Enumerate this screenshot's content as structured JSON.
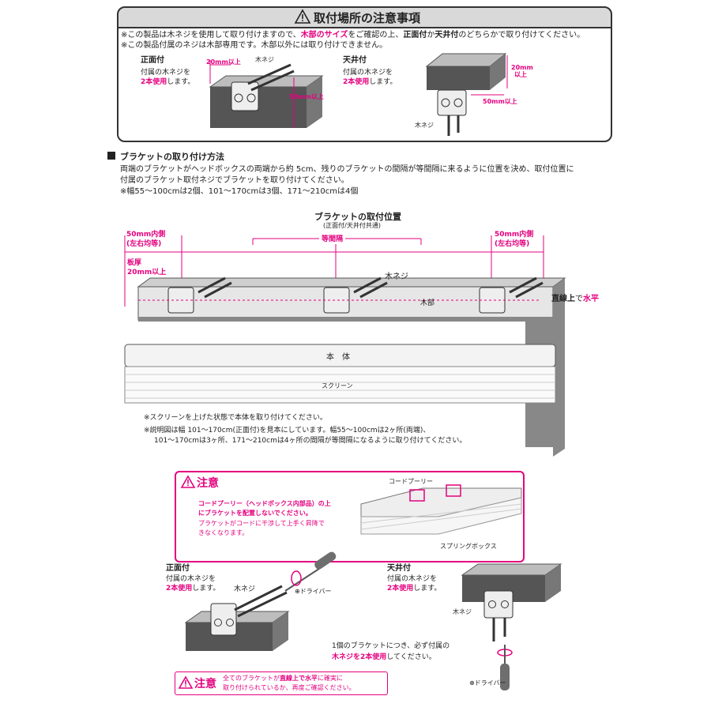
{
  "notice": {
    "title": "取付場所の注意事項",
    "line1_a": "※この製品は木ネジを使用して取り付けますので、",
    "line1_b": "木部のサイズ",
    "line1_c": "をご確認の上、",
    "line1_d": "正面付",
    "line1_e": "か",
    "line1_f": "天井付",
    "line1_g": "のどちらかで取り付けてください。",
    "line2": "※この製品付属のネジは木部専用です。木部以外には取り付けできません。",
    "front": {
      "label": "正面付",
      "desc1": "付属の木ネジを",
      "desc2": "2本使用",
      "desc3": "します。",
      "dim_top": "20mm以上",
      "dim_side": "50mm以上",
      "screw": "木ネジ"
    },
    "ceiling": {
      "label": "天井付",
      "desc1": "付属の木ネジを",
      "desc2": "2本使用",
      "desc3": "します。",
      "dim_side_1": "20mm",
      "dim_side_2": "以上",
      "dim_bottom": "50mm以上",
      "screw": "木ネジ"
    }
  },
  "bracket_section": {
    "heading": "ブラケットの取り付け方法",
    "p1": "両端のブラケットがヘッドボックスの両端から約 5cm、残りのブラケットの間隔が等間隔に来るように位置を決め、取付位置に",
    "p2": "付属のブラケット取付ネジでブラケットを取り付けてください。",
    "p3": "※幅55～100cmは2個、101～170cmは3個、171～210cmは4個",
    "diagram": {
      "title": "ブラケットの取付位置",
      "subtitle": "(正面付/天井付共通)",
      "left_dim_1": "50mm内側",
      "left_dim_2": "(左右均等)",
      "right_dim_1": "50mm内側",
      "right_dim_2": "(左右均等)",
      "thickness_1": "板厚",
      "thickness_2": "20mm以上",
      "equal": "等間隔",
      "screw": "木ネジ",
      "wood": "木部",
      "level_a": "直線上",
      "level_b": "で",
      "level_c": "水平",
      "body": "本　体",
      "screen": "スクリーン"
    },
    "note1": "※スクリーンを上げた状態で本体を取り付けてください。",
    "note2": "※説明図は幅 101～170cm(正面付)を見本にしています。幅55～100cmは2ヶ所(両端)、",
    "note3": "101～170cmは3ヶ所、171～210cmは4ヶ所の間隔が等間隔になるように取り付けてください。"
  },
  "caution": {
    "title": "注意",
    "line1": "コードプーリー（ヘッドボックス内部品）の上",
    "line2": "にブラケットを配置しないでください。",
    "line3": "ブラケットがコードに干渉して上手く昇降で",
    "line4": "きなくなります。",
    "pulley": "コードプーリー",
    "spring": "スプリングボックス"
  },
  "bottom": {
    "front_label": "正面付",
    "front_desc1": "付属の木ネジを",
    "front_desc2": "2本使用",
    "front_desc3": "します。",
    "front_screw": "木ネジ",
    "driver": "⊕ドライバー",
    "ceiling_label": "天井付",
    "ceiling_desc1": "付属の木ネジを",
    "ceiling_desc2": "2本使用",
    "ceiling_desc3": "します。",
    "ceiling_screw": "木ネジ",
    "one_bracket_1": "1個のブラケットにつき、必ず付属の",
    "one_bracket_2a": "木ネジを2本使用",
    "one_bracket_2b": "してください。",
    "driver2": "⊕ドライバー",
    "final_title": "注意",
    "final_1a": "全てのブラケットが",
    "final_1b": "直線上で水平",
    "final_1c": "に確実に",
    "final_2": "取り付けられているか、再度ご確認ください。"
  }
}
